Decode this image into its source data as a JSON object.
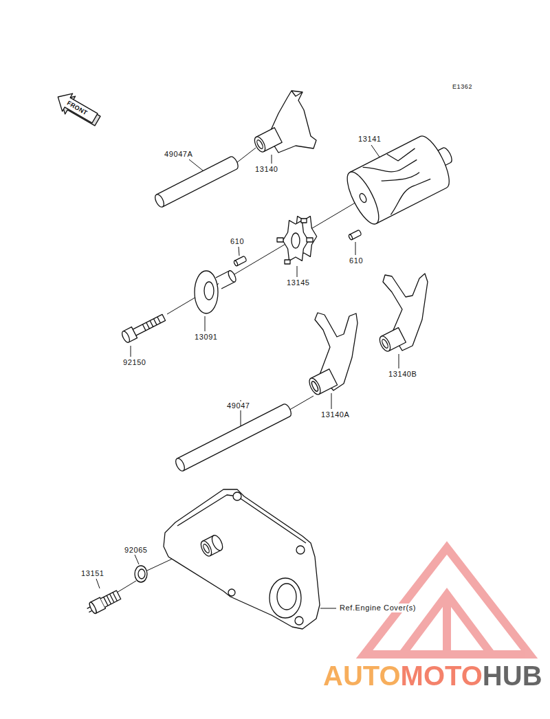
{
  "diagram": {
    "labels": [
      "E1362",
      "FRONT",
      "49047A",
      "13140",
      "13141",
      "610",
      "13145",
      "610",
      "13091",
      "92150",
      "13140B",
      "49047",
      "13140A",
      "92065",
      "13151",
      "Ref.Engine Cover(s)",
      "AUTOMOTOHUB"
    ]
  }
}
